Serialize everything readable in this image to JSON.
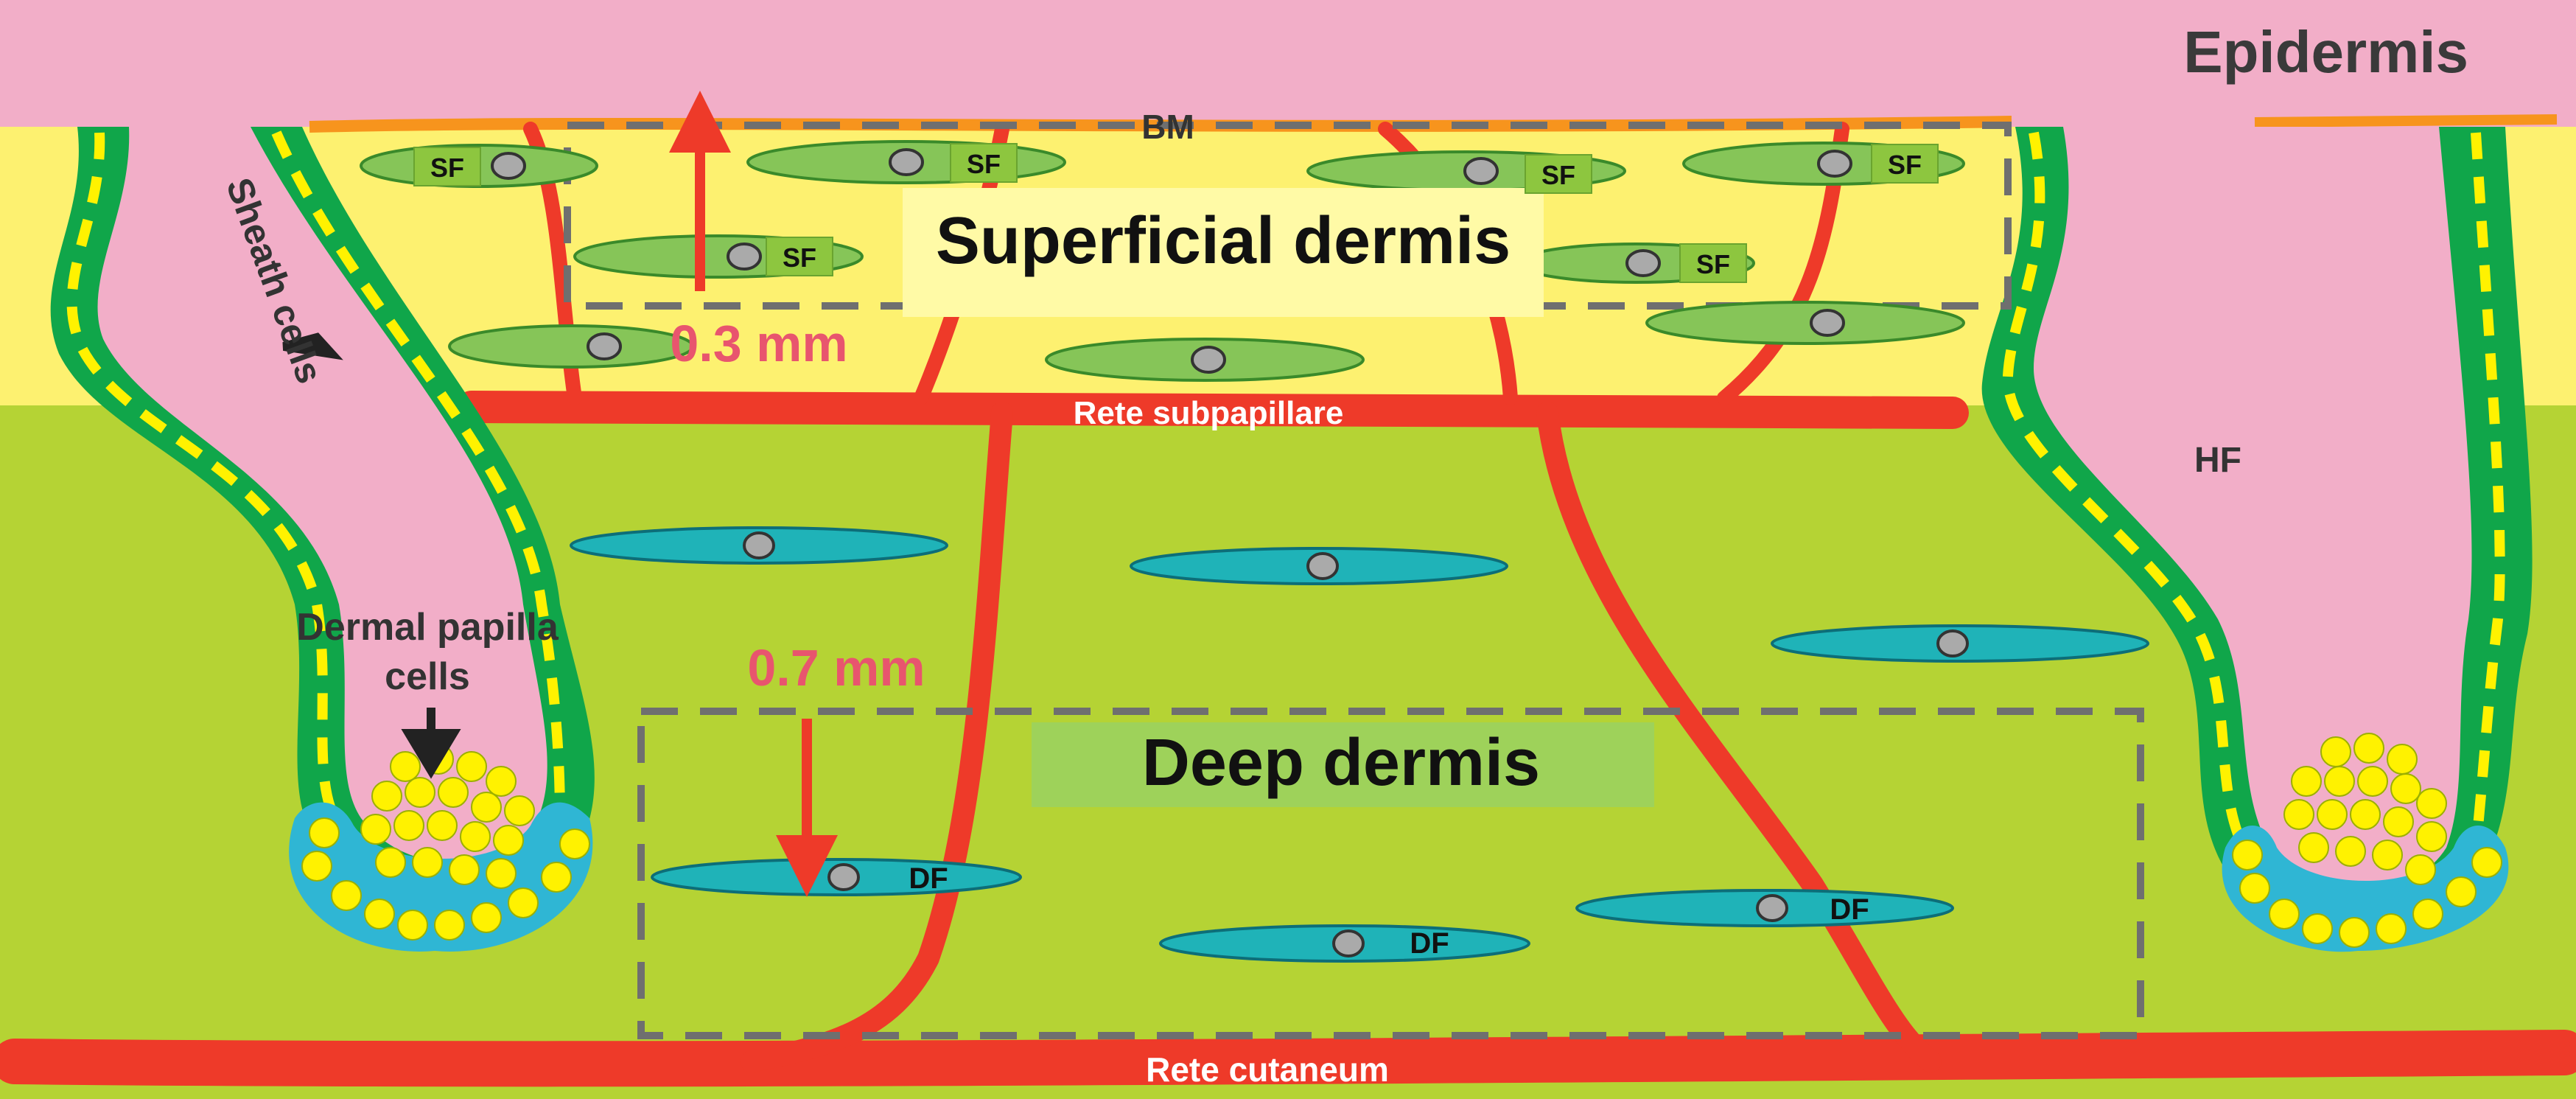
{
  "labels": {
    "epidermis": "Epidermis",
    "bm": "BM",
    "superficial_dermis": "Superficial dermis",
    "deep_dermis": "Deep dermis",
    "rete_subpapillare": "Rete subpapillare",
    "rete_cutaneum": "Rete cutaneum",
    "depth_superficial": "0.3 mm",
    "depth_deep": "0.7 mm",
    "sheath_cells": "Sheath cells",
    "dermal_papilla_line1": "Dermal papilla",
    "dermal_papilla_line2": "cells",
    "hf": "HF",
    "sf": "SF",
    "df": "DF"
  },
  "colors": {
    "epidermis": "#f2aec8",
    "superficial_dermis": "#fdf170",
    "deep_dermis": "#b5d334",
    "vessel": "#ee3a29",
    "basement_membrane": "#f7941d",
    "follicle_sheath": "#10a64a",
    "dashes": "#fff200",
    "papilla_ring": "#2fb6d4",
    "superficial_fibroblast": "#86c558",
    "deep_fibroblast": "#1fb3b8",
    "depth_text": "#e8556e",
    "box_dash": "#6f6f6f"
  }
}
